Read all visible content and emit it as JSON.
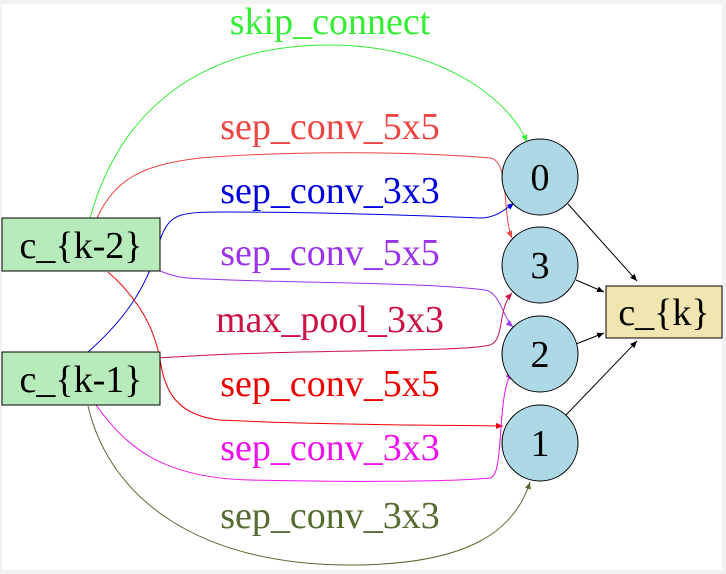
{
  "diagram": {
    "inputs": {
      "ck2": "c_{k-2}",
      "ck1": "c_{k-1}"
    },
    "intermediates": {
      "n0": "0",
      "n3": "3",
      "n2": "2",
      "n1": "1"
    },
    "output": "c_{k}",
    "edges": [
      {
        "label": "skip_connect",
        "from": "c_{k-2}",
        "to": "0",
        "color": "#33ee33"
      },
      {
        "label": "sep_conv_5x5",
        "from": "c_{k-2}",
        "to": "3",
        "color": "#ee4444"
      },
      {
        "label": "sep_conv_3x3",
        "from": "c_{k-1}",
        "to": "0",
        "color": "#0000dd"
      },
      {
        "label": "sep_conv_5x5",
        "from": "c_{k-2}",
        "to": "2",
        "color": "#9933ee"
      },
      {
        "label": "max_pool_3x3",
        "from": "c_{k-1}",
        "to": "3",
        "color": "#cc1144"
      },
      {
        "label": "sep_conv_5x5",
        "from": "c_{k-2}",
        "to": "1",
        "color": "#ee0000"
      },
      {
        "label": "sep_conv_3x3",
        "from": "c_{k-1}",
        "to": "2",
        "color": "#ee11ee"
      },
      {
        "label": "sep_conv_3x3",
        "from": "c_{k-1}",
        "to": "1",
        "color": "#556b2f"
      }
    ],
    "colors": {
      "input_fill": "#b7ebbb",
      "intermediate_fill": "#add8e6",
      "output_fill": "#f1e6b1",
      "output_edge": "#000000"
    }
  }
}
